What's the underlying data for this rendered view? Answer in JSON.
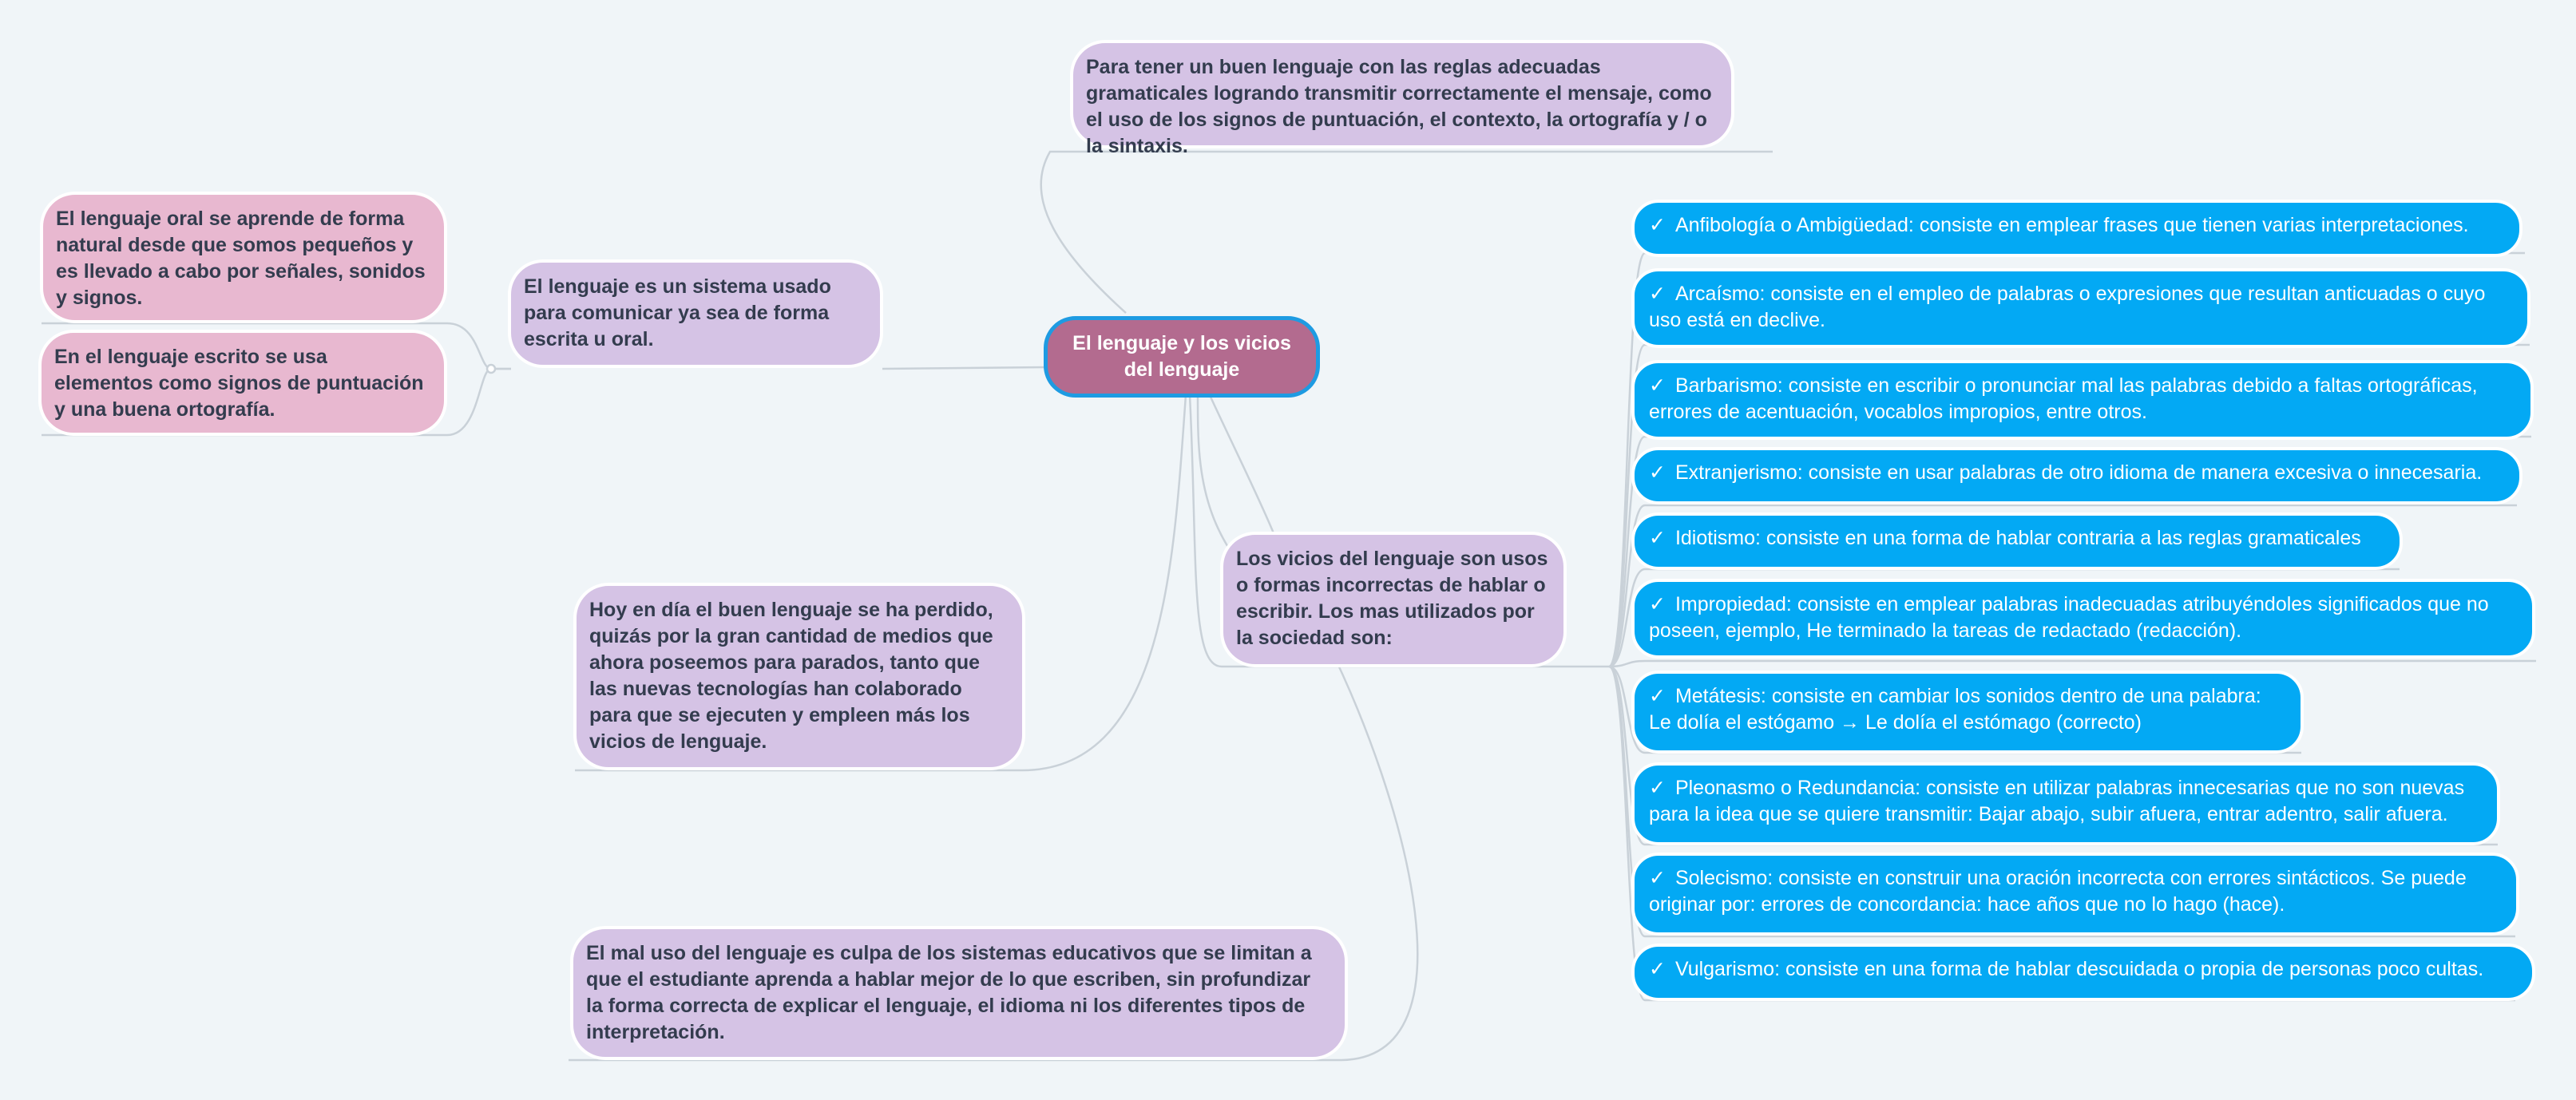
{
  "center": "El lenguaje y los vicios del lenguaje",
  "top_note": "Para tener un buen lenguaje con las reglas adecuadas gramaticales logrando transmitir correctamente el mensaje, como el uso de los signos de puntuación, el contexto, la ortografía y / o la sintaxis.",
  "definition": "El lenguaje es un sistema usado para comunicar ya sea de forma escrita u oral.",
  "oral": "El lenguaje oral se aprende de forma natural desde que somos pequeños y es llevado a cabo por señales, sonidos y signos.",
  "written": "En el lenguaje escrito se usa elementos como signos de puntuación y una buena ortografía.",
  "lost": "Hoy en día el buen lenguaje se ha perdido, quizás por la gran cantidad de medios que ahora poseemos para parados, tanto que las nuevas tecnologías han colaborado para que se ejecuten y empleen más los vicios de lenguaje.",
  "misuse": "El mal uso del lenguaje es culpa de los sistemas educativos que se limitan a que el estudiante aprenda a hablar mejor de lo que escriben, sin profundizar la forma correcta de explicar el lenguaje, el idioma ni los diferentes tipos de interpretación.",
  "vices_intro": "Los vicios del lenguaje son usos o formas incorrectas de hablar o escribir. Los mas utilizados por la sociedad son:",
  "check_mark": "✓",
  "vices": [
    "Anfibología o Ambigüedad: consiste en emplear frases que tienen  varias interpretaciones.",
    "Arcaísmo: consiste en el empleo de palabras o expresiones que  resultan anticuadas o cuyo uso está en declive.",
    "Barbarismo: consiste en escribir o pronunciar mal las palabras debido a faltas ortográficas, errores de acentuación, vocablos impropios, entre otros.",
    "Extranjerismo: consiste en usar palabras de otro idioma de manera excesiva o innecesaria.",
    "Idiotismo: consiste en una forma de hablar contraria a las reglas gramaticales",
    "Impropiedad: consiste en emplear palabras inadecuadas atribuyéndoles significados que no poseen, ejemplo, He terminado la tareas de redactado (redacción).",
    "Metátesis: consiste en cambiar los sonidos dentro de una palabra:\nLe dolía el estógamo → Le dolía el estómago (correcto)",
    "Pleonasmo o Redundancia: consiste en utilizar palabras innecesarias que no son nuevas para la idea que se quiere transmitir: Bajar abajo, subir afuera, entrar adentro, salir afuera.",
    "Solecismo: consiste en construir una oración incorrecta con errores sintácticos. Se puede originar por: errores de concordancia: hace años que no lo hago (hace).",
    "Vulgarismo: consiste en una forma de hablar descuidada o propia de personas poco cultas."
  ],
  "colors": {
    "background": "#f0f5f8",
    "center_fill": "#b36b8f",
    "center_border": "#1e9be2",
    "purple": "#d5c3e5",
    "pink": "#e8b8d0",
    "blue": "#03a9f4",
    "line": "#c9d1d8"
  }
}
